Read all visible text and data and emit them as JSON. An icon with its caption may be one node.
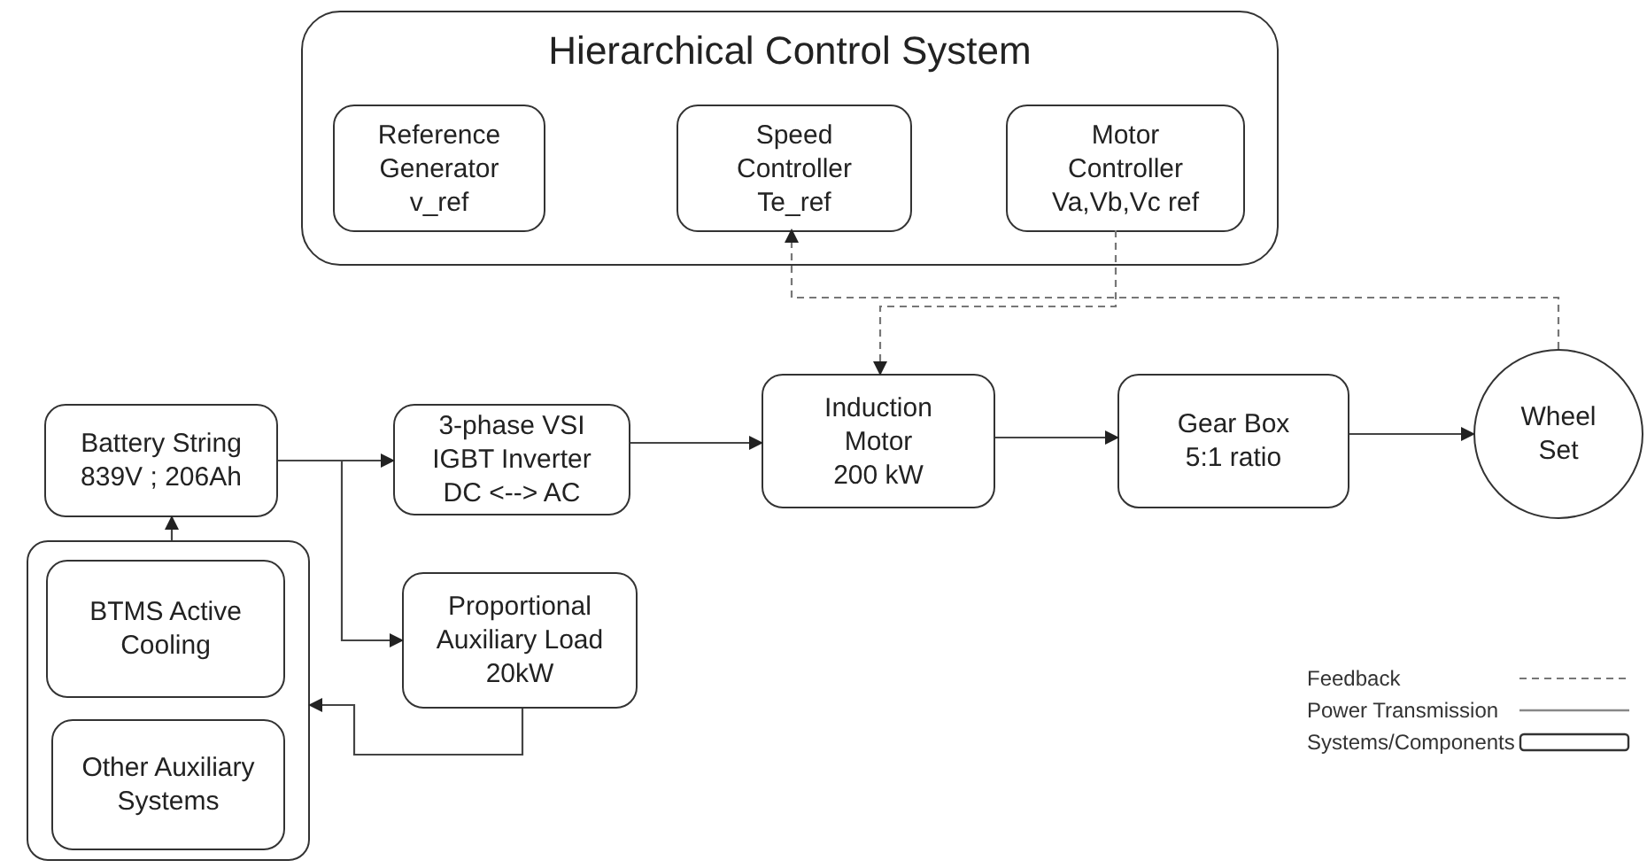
{
  "diagram": {
    "nodes": [
      {
        "text": [
          "Hierarchical Control System"
        ]
      },
      {
        "text": [
          "Reference Generator",
          "v_ref"
        ],
        "in": 0
      },
      {
        "text": [
          "Speed Controller",
          "Te_ref"
        ],
        "in": 0
      },
      {
        "text": [
          "Motor Controller",
          "Va,Vb,Vc ref"
        ],
        "in": 0
      },
      {
        "text": [
          "Battery String",
          "839V ; 206Ah"
        ]
      },
      {
        "text": [
          "3-phase VSI",
          "IGBT Inverter",
          "DC <--> AC"
        ]
      },
      {
        "text": [
          "Induction Motor",
          "200 kW"
        ]
      },
      {
        "text": [
          "Gear Box",
          "5:1 ratio"
        ]
      },
      {
        "text": [
          "Wheel Set"
        ]
      },
      {
        "text": [],
        "shape": "box"
      },
      {
        "text": [
          "BTMS Active Cooling"
        ],
        "in": 9
      },
      {
        "text": [
          "Other Auxiliary Systems"
        ],
        "in": 9
      },
      {
        "text": [
          "Proportional Auxiliary Load",
          "20kW"
        ]
      }
    ],
    "edges": [
      {
        "from": 4,
        "to": 5,
        "arrow": "to"
      },
      {
        "from": 4,
        "to": 12,
        "arrow": "to"
      },
      {
        "from": 5,
        "to": 6,
        "arrow": "to"
      },
      {
        "from": 6,
        "to": 7,
        "arrow": "to"
      },
      {
        "from": 7,
        "to": 8,
        "arrow": "to"
      },
      {
        "from": 9,
        "to": 4,
        "arrow": "to"
      },
      {
        "from": 12,
        "to": 9,
        "arrow": "to"
      },
      {
        "from": 8,
        "to": 2,
        "arrow": "to",
        "style": "dashed"
      },
      {
        "from": 3,
        "to": 6,
        "arrow": "to",
        "style": "dashed"
      }
    ],
    "legend": [
      {
        "text": "Feedback"
      },
      {
        "text": "Power Transmission"
      },
      {
        "text": "Systems/Components"
      }
    ]
  }
}
